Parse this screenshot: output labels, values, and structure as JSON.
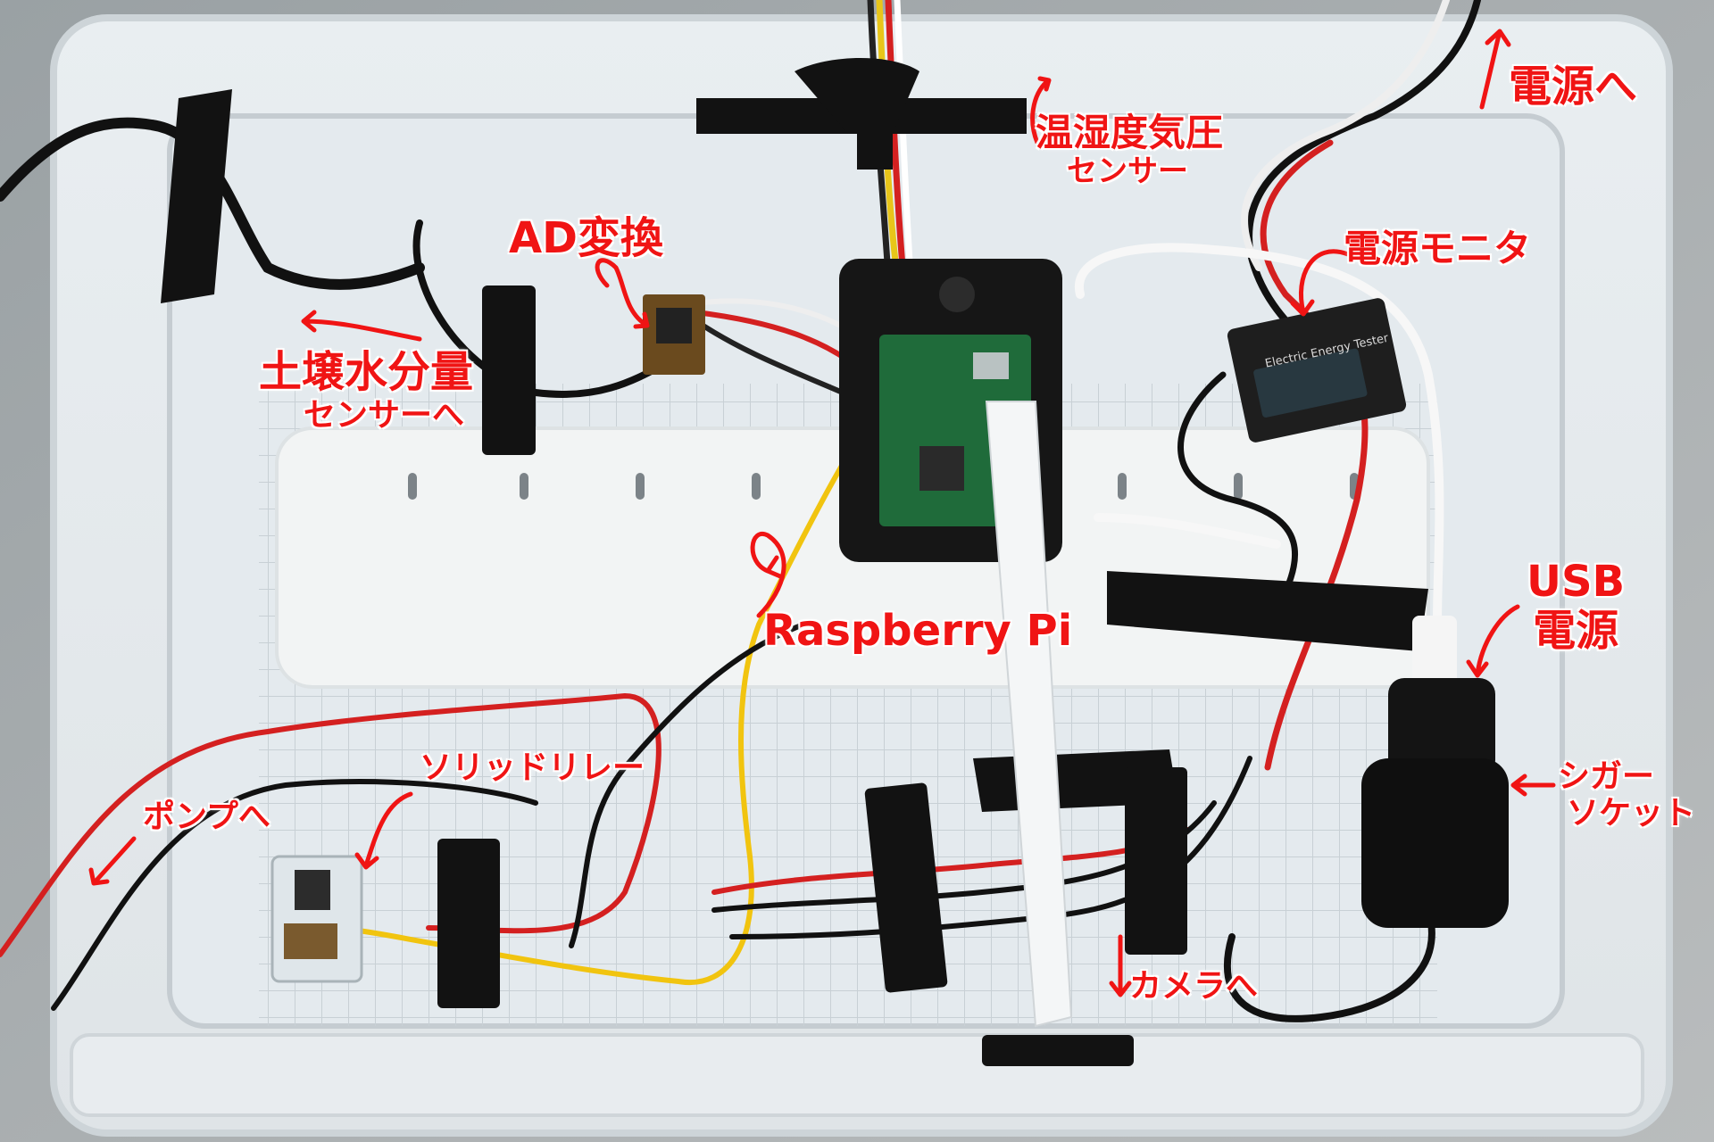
{
  "annotations": {
    "sensor_bme": [
      "温湿度気圧",
      "センサー"
    ],
    "power_in": "電源へ",
    "ad_convert": "AD変換",
    "power_monitor": "電源モニタ",
    "soil_moisture": [
      "土壌水分量",
      "センサーへ"
    ],
    "usb_power": [
      "USB",
      "電源"
    ],
    "raspberry_pi": "Raspberry Pi",
    "solid_relay": "ソリッドリレー",
    "pump": "ポンプへ",
    "cigar_socket": [
      "シガー",
      "ソケット"
    ],
    "camera": "カメラへ"
  },
  "devices": {
    "energy_tester_text": "Electric Energy Tester"
  }
}
